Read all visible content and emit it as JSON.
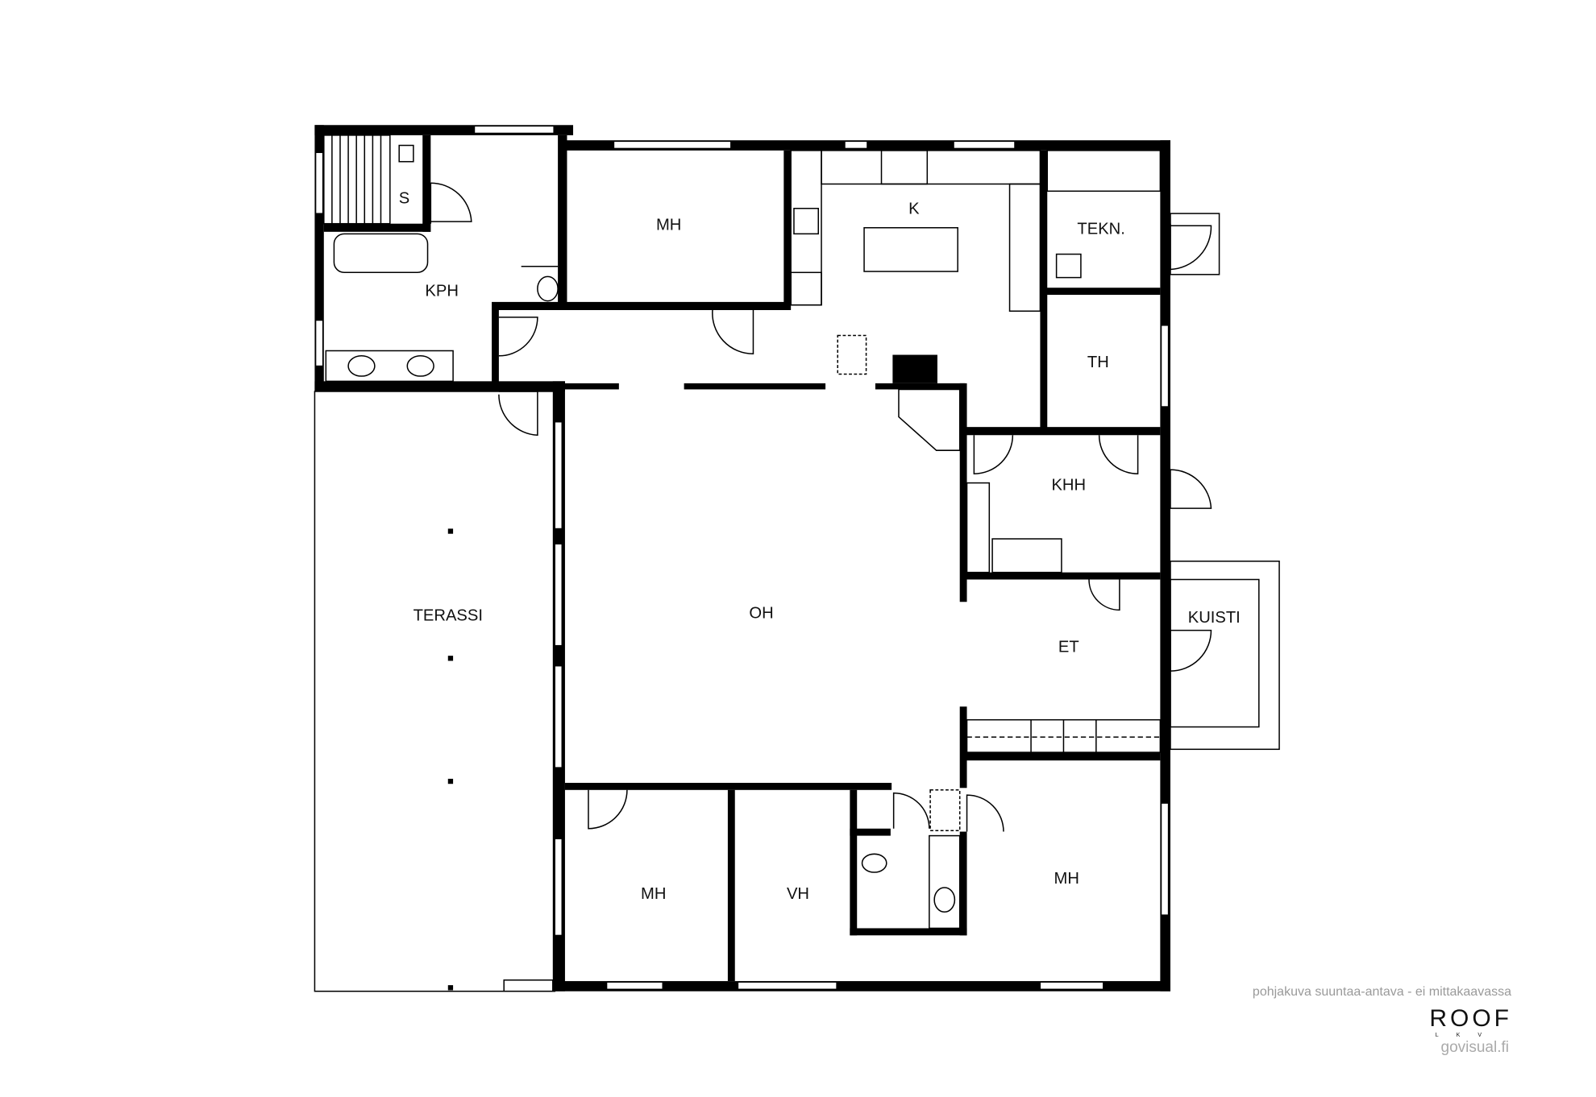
{
  "rooms": {
    "s": "S",
    "kph": "KPH",
    "mh_top": "MH",
    "k": "K",
    "tekn": "TEKN.",
    "th": "TH",
    "khh": "KHH",
    "kuisti": "KUISTI",
    "et": "ET",
    "oh": "OH",
    "terassi": "TERASSI",
    "mh_bottom_left": "MH",
    "vh": "VH",
    "mh_bottom_right": "MH"
  },
  "footer": {
    "note": "pohjakuva suuntaa-antava - ei mittakaavassa",
    "logo": "ROOF",
    "logo_sub": "LKV",
    "site": "govisual.fi"
  }
}
